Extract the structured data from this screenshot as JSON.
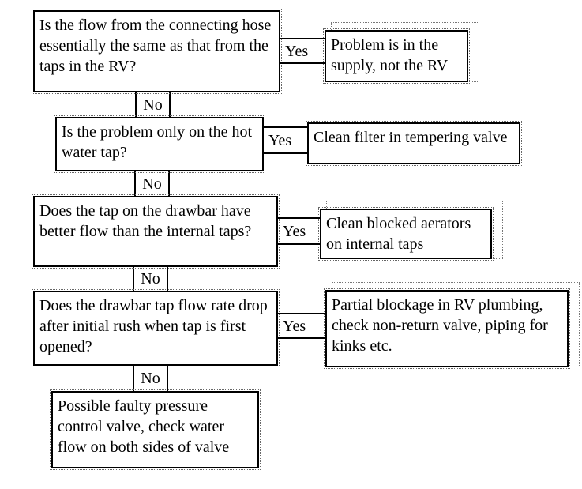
{
  "figure": {
    "type": "flowchart",
    "subject": "RV water flow troubleshooting",
    "background_color": "#ffffff",
    "line_color": "#000000",
    "text_color": "#000000"
  },
  "flowchart": {
    "steps": [
      {
        "question": "Is the flow from the connecting hose essentially the same as that from the taps in the RV?",
        "yes_label": "Yes",
        "no_label": "No",
        "yes_result": "Problem is in the supply, not the RV"
      },
      {
        "question": "Is the problem only on the hot water tap?",
        "yes_label": "Yes",
        "no_label": "No",
        "yes_result": "Clean filter in tempering valve"
      },
      {
        "question": "Does the tap on the drawbar have better flow than the internal taps?",
        "yes_label": "Yes",
        "no_label": "No",
        "yes_result": "Clean blocked aerators on internal taps"
      },
      {
        "question": "Does the drawbar tap flow rate drop after initial rush when tap is first opened?",
        "yes_label": "Yes",
        "no_label": "No",
        "yes_result": "Partial blockage in RV plumbing, check non-return valve, piping for kinks etc."
      }
    ],
    "final": "Possible faulty pressure control valve, check water flow on both sides of valve"
  }
}
